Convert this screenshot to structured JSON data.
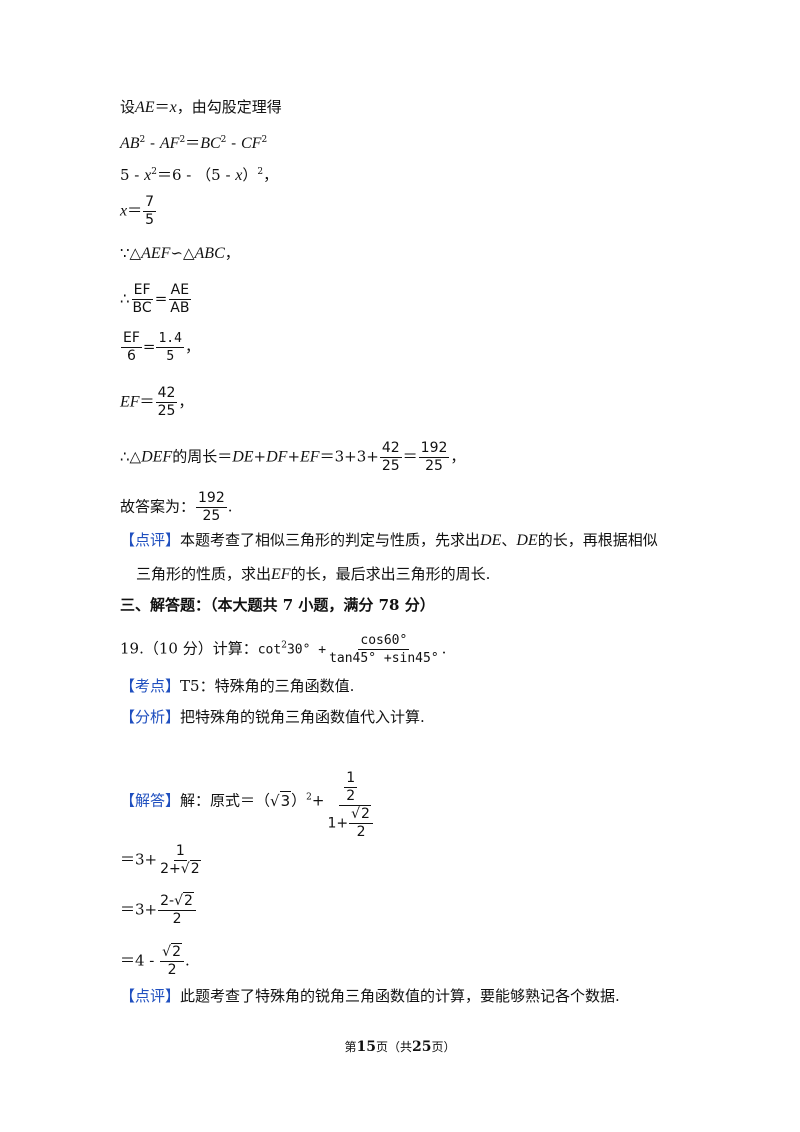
{
  "lines": {
    "l1_pre": "设",
    "l1_ae": "AE",
    "l1_eq": "＝",
    "l1_x": "x",
    "l1_post": "，由勾股定理得",
    "l2": {
      "ab": "AB",
      "sq": "2",
      "minus": " - ",
      "af": "AF",
      "eq": "＝",
      "bc": "BC",
      "cf": "CF"
    },
    "l3": {
      "pre": "5 - ",
      "x": "x",
      "sq": "2",
      "mid": "＝6 - （5 - ",
      "x2": "x",
      "post": "）",
      "post_sq": "2",
      "comma": "，"
    },
    "l4": {
      "x": "x",
      "eq": "＝",
      "num": "7",
      "den": "5"
    },
    "l5": {
      "because": "∵△",
      "aef": "AEF",
      "sim": "∽△",
      "abc": "ABC",
      "comma": "，"
    },
    "l6": {
      "therefore": "∴",
      "n1": "EF",
      "d1": "BC",
      "eq": "=",
      "n2": "AE",
      "d2": "AB"
    },
    "l7": {
      "n1": "EF",
      "d1": "6",
      "eq": "=",
      "n2": "1.4",
      "d2": "5",
      "comma": "，"
    },
    "l8": {
      "ef": "EF",
      "eq": "＝",
      "num": "42",
      "den": "25",
      "comma": "，"
    },
    "l9": {
      "pre": "∴△",
      "def": "DEF",
      "mid": "的周长＝",
      "de": "DE",
      "plus1": "+",
      "df": "DF",
      "plus2": "+",
      "ef": "EF",
      "eq": "＝3+3+",
      "num1": "42",
      "den1": "25",
      "eq2": "＝",
      "num2": "192",
      "den2": "25",
      "comma": "，"
    },
    "l10": {
      "pre": "故答案为：",
      "num": "192",
      "den": "25",
      "dot": "."
    },
    "l11": {
      "tag": "【点评】",
      "a": "本题考查了相似三角形的判定与性质，先求出",
      "de1": "DE",
      "sep": "、",
      "de2": "DE",
      "b": "的长，再根据相似"
    },
    "l12": {
      "a": "三角形的性质，求出",
      "ef": "EF",
      "b": "的长，最后求出三角形的周长."
    },
    "l13": {
      "a": "三、解答题：（本大题共 7 小题，满分 78 分）"
    },
    "l14": {
      "num": "19.",
      "score": "（10 分）计算：",
      "cot": "cot",
      "cot_sq": "2",
      "deg": "30°",
      "plus": " +",
      "fnum": "cos60°",
      "fden": "tan45° +sin45°",
      "dot": "."
    },
    "l15": {
      "tag": "【考点】",
      "text": "T5：特殊角的三角函数值."
    },
    "l16": {
      "tag": "【分析】",
      "text": "把特殊角的锐角三角函数值代入计算."
    },
    "l17": {
      "tag": "【解答】",
      "a": "解：原式＝（",
      "root": "3",
      "b": "）",
      "sq": "2",
      "plus": "+",
      "top_num": "1",
      "top_den": "2",
      "one_plus": "1+",
      "inner_num": "2",
      "inner_den": "2"
    },
    "l18": {
      "pre": "＝3+",
      "num": "1",
      "den_a": "2+",
      "den_root": "2"
    },
    "l19": {
      "pre": "＝3+",
      "num_a": "2-",
      "num_root": "2",
      "den": "2"
    },
    "l20": {
      "pre": "＝4 - ",
      "num_root": "2",
      "den": "2",
      "dot": "."
    },
    "l21": {
      "tag": "【点评】",
      "text": "此题考查了特殊角的锐角三角函数值的计算，要能够熟记各个数据."
    }
  },
  "footer": {
    "pre": "第",
    "page": "15",
    "mid": "页（共",
    "total": "25",
    "post": "页）"
  },
  "colors": {
    "tag": "#1f4fbf",
    "text": "#111111"
  }
}
